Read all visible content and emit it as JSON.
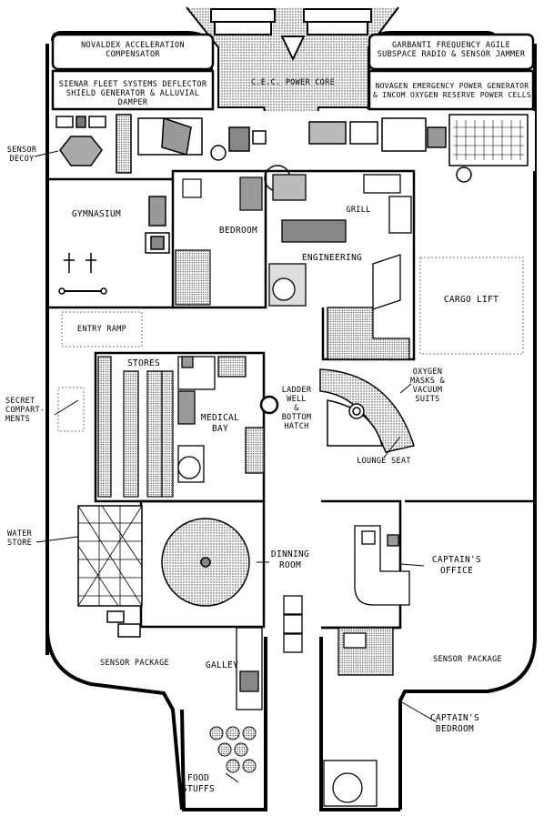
{
  "labels": {
    "novaldex": "NOVALDEX ACCELERATION\nCOMPENSATOR",
    "garbanti": "GARBANTI FREQUENCY AGILE\nSUBSPACE RADIO & SENSOR JAMMER",
    "sienar": "SIENAR FLEET SYSTEMS DEFLECTOR\nSHIELD GENERATOR & ALLUVIAL DAMPER",
    "power_core": "C.E.C. POWER CORE",
    "novagen": "NOVAGEN EMERGENCY POWER GENERATOR\n& INCOM OXYGEN RESERVE POWER CELLS",
    "sensor_decoy": "SENSOR\nDECOY",
    "gymnasium": "GYMNASIUM",
    "bedroom": "BEDROOM",
    "grill": "GRILL",
    "engineering": "ENGINEERING",
    "cargo_lift": "CARGO LIFT",
    "entry_ramp": "ENTRY RAMP",
    "stores": "STORES",
    "oxygen": "OXYGEN\nMASKS &\nVACUUM\nSUITS",
    "ladder": "LADDER\nWELL\n&\nBOTTOM\nHATCH",
    "medical_bay": "MEDICAL\nBAY",
    "secret": "SECRET\nCOMPART-\nMENTS",
    "lounge_seat": "LOUNGE SEAT",
    "water_store": "WATER\nSTORE",
    "dinning_room": "DINNING\nROOM",
    "captains_office": "CAPTAIN'S\nOFFICE",
    "sensor_package_left": "SENSOR PACKAGE",
    "sensor_package_right": "SENSOR PACKAGE",
    "galley": "GALLEY",
    "captains_bedroom": "CAPTAIN'S\nBEDROOM",
    "food_stuffs": "FOOD\nSTUFFS"
  }
}
